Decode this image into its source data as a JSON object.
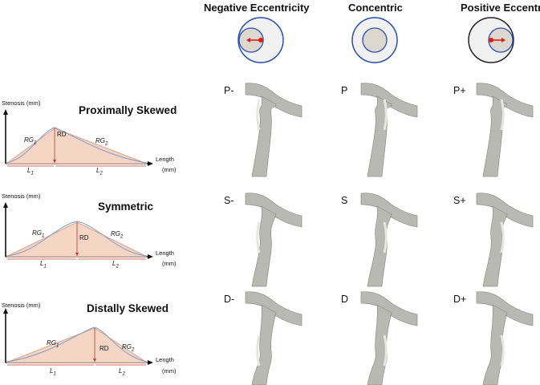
{
  "columns": [
    "Negative Eccentricity",
    "Concentric",
    "Positive Eccentricity"
  ],
  "profiles": [
    {
      "title": "Proximally Skewed",
      "ylabel": "Stenosis (mm)",
      "xlabel_1": "Length",
      "xlabel_2": "(mm)",
      "rd": "RD",
      "rg1": "RG",
      "rg1_sub": "1",
      "rg2": "RG",
      "rg2_sub": "2",
      "l1": "L",
      "l1_sub": "1",
      "l2": "L",
      "l2_sub": "2"
    },
    {
      "title": "Symmetric",
      "ylabel": "Stenosis (mm)",
      "xlabel_1": "Length",
      "xlabel_2": "(mm)",
      "rd": "RD",
      "rg1": "RG",
      "rg1_sub": "1",
      "rg2": "RG",
      "rg2_sub": "2",
      "l1": "L",
      "l1_sub": "1",
      "l2": "L",
      "l2_sub": "2"
    },
    {
      "title": "Distally Skewed",
      "ylabel": "Stenosis (mm)",
      "xlabel_1": "Length",
      "xlabel_2": "(mm)",
      "rd": "RD",
      "rg1": "RG",
      "rg1_sub": "1",
      "rg2": "RG",
      "rg2_sub": "2",
      "l1": "L",
      "l1_sub": "1",
      "l2": "L",
      "l2_sub": "2"
    }
  ],
  "grid_labels": [
    [
      "P-",
      "P",
      "P+"
    ],
    [
      "S-",
      "S",
      "S+"
    ],
    [
      "D-",
      "D",
      "D+"
    ]
  ],
  "colors": {
    "fill": "#f5d5c4",
    "fill_stroke": "#d9a58a",
    "curve": "#7f9bd0",
    "arrow_red": "#e8190f",
    "circle_blue": "#2a4fb3",
    "lumen": "#dcd8cf",
    "vessel": "#b9b9b4"
  },
  "icons": {
    "eccentricity": "cross-section-icon",
    "vessel": "vessel-model-icon"
  }
}
